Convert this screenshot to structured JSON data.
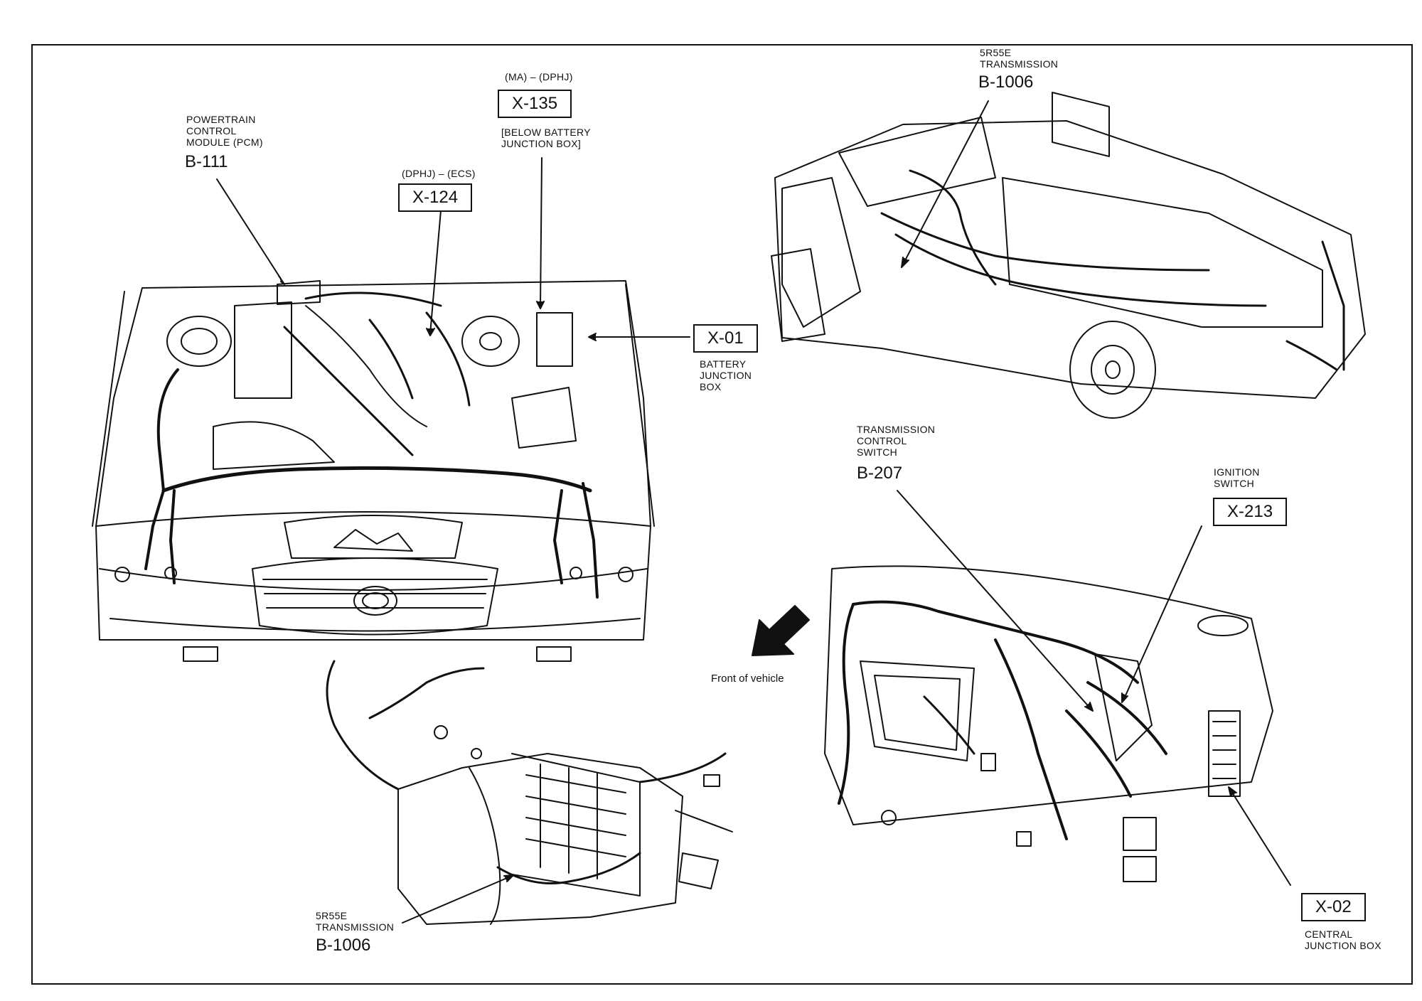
{
  "labels": {
    "pcm": {
      "name": "POWERTRAIN\nCONTROL\nMODULE (PCM)",
      "code": "B-111"
    },
    "x124": {
      "qual": "(DPHJ) – (ECS)",
      "code": "X-124"
    },
    "x135": {
      "qual": "(MA) – (DPHJ)",
      "code": "X-135",
      "note": "[BELOW BATTERY\nJUNCTION BOX]"
    },
    "x01": {
      "code": "X-01",
      "name": "BATTERY\nJUNCTION\nBOX"
    },
    "trans_top": {
      "name": "5R55E\nTRANSMISSION",
      "code": "B-1006"
    },
    "tcs": {
      "name": "TRANSMISSION\nCONTROL\nSWITCH",
      "code": "B-207"
    },
    "ign": {
      "name": "IGNITION\nSWITCH",
      "code": "X-213"
    },
    "front": {
      "text": "Front of vehicle"
    },
    "trans_bottom": {
      "name": "5R55E\nTRANSMISSION",
      "code": "B-1006"
    },
    "x02": {
      "code": "X-02",
      "name": "CENTRAL\nJUNCTION BOX"
    }
  },
  "colors": {
    "ink": "#111111",
    "paper": "#ffffff"
  }
}
